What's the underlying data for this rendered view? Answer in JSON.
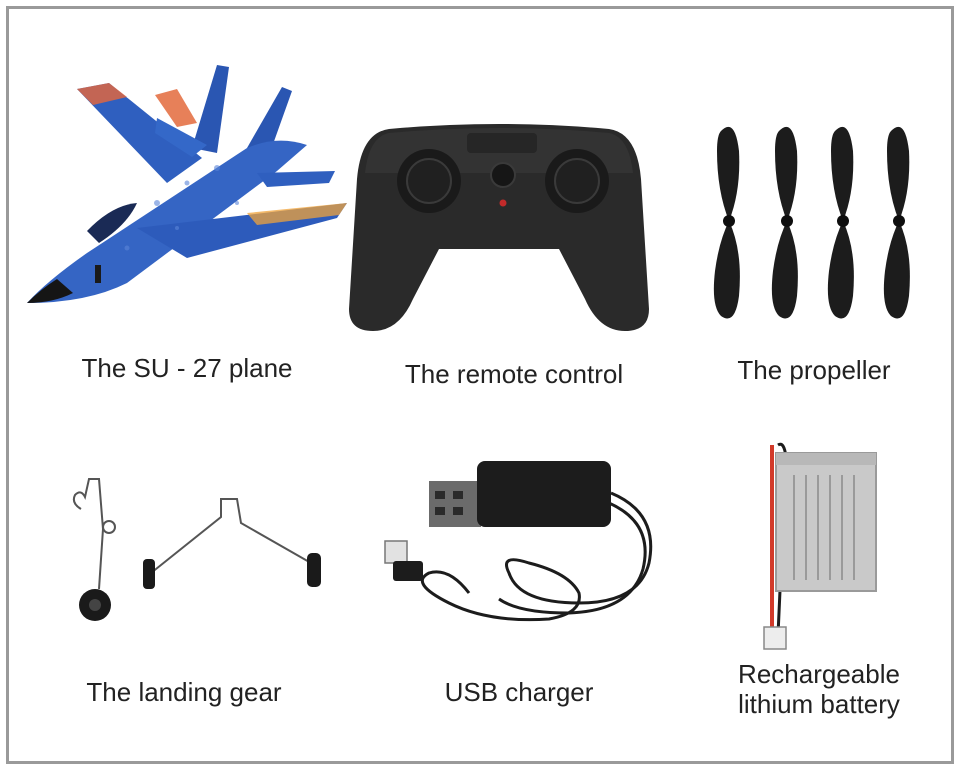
{
  "items": {
    "plane": {
      "caption": "The SU - 27 plane"
    },
    "remote": {
      "caption": "The remote control"
    },
    "propeller": {
      "caption": "The propeller"
    },
    "landing": {
      "caption": "The landing gear"
    },
    "usb": {
      "caption": "USB charger"
    },
    "battery": {
      "caption_line1": "Rechargeable",
      "caption_line2": "lithium battery"
    }
  },
  "colors": {
    "frame": "#9a9a9a",
    "plane_blue": "#2f5fbf",
    "plane_dark": "#1d3f8f",
    "black_part": "#1c1c1c",
    "battery_silver": "#c9c9c9",
    "wire_red": "#d23a2a"
  }
}
